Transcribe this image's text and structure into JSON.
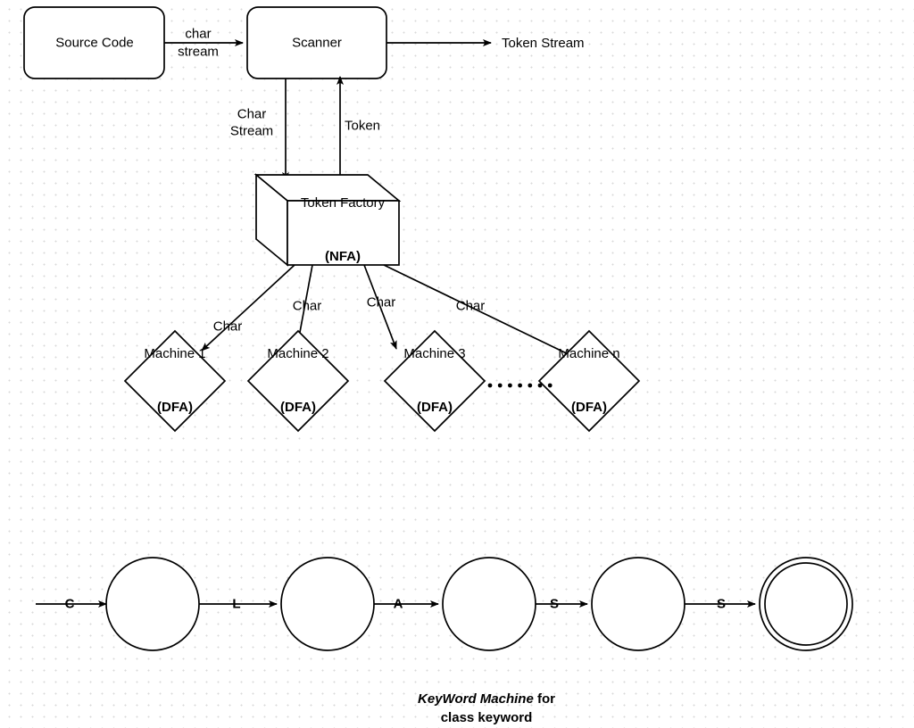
{
  "diagram": {
    "title": "Scanner / Token Factory architecture",
    "stroke_color": "#000000",
    "fill_color": "#ffffff",
    "grid_dot_color": "#d9d9d9"
  },
  "top_flow": {
    "source_box": {
      "label": "Source Code"
    },
    "scanner_box": {
      "label": "Scanner"
    },
    "edge_source_to_scanner": {
      "line1": "char",
      "line2": "stream"
    },
    "edge_scanner_out": {
      "label": "Token Stream"
    },
    "edge_scanner_to_factory": {
      "line1": "Char",
      "line2": "Stream"
    },
    "edge_factory_to_scanner": {
      "label": "Token"
    }
  },
  "token_factory": {
    "line1": "Token Factory",
    "line2": "(NFA)"
  },
  "machines": [
    {
      "edge_label": "Char",
      "line1": "Machine 1",
      "line2": "(DFA)"
    },
    {
      "edge_label": "Char",
      "line1": "Machine 2",
      "line2": "(DFA)"
    },
    {
      "edge_label": "Char",
      "line1": "Machine 3",
      "line2": "(DFA)"
    },
    {
      "edge_label": "Char",
      "line1": "Machine n",
      "line2": "(DFA)"
    }
  ],
  "ellipsis": {
    "dots": 7
  },
  "keyword_machine": {
    "start_label": "",
    "transitions": [
      "C",
      "L",
      "A",
      "S",
      "S"
    ],
    "states": [
      {
        "name": "state-1",
        "accepting": false
      },
      {
        "name": "state-2",
        "accepting": false
      },
      {
        "name": "state-3",
        "accepting": false
      },
      {
        "name": "state-4",
        "accepting": false
      },
      {
        "name": "state-5",
        "accepting": true
      }
    ],
    "caption_emphasis": "KeyWord Machine",
    "caption_rest": " for",
    "caption_line2": "class keyword"
  }
}
